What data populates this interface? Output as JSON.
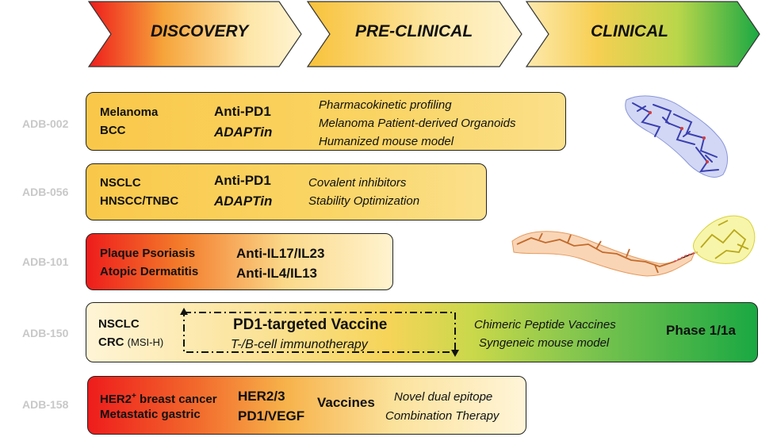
{
  "stages": [
    {
      "label": "DISCOVERY"
    },
    {
      "label": "PRE-CLINICAL"
    },
    {
      "label": "CLINICAL"
    }
  ],
  "programs": [
    {
      "code": "ADB-002",
      "diseases": [
        "Melanoma",
        "BCC"
      ],
      "targets": [
        "Anti-PD1",
        "ADAPTin"
      ],
      "activities": [
        "Pharmacokinetic profiling",
        "Melanoma Patient-derived Organoids",
        "Humanized mouse model"
      ]
    },
    {
      "code": "ADB-056",
      "diseases": [
        "NSCLC",
        "HNSCC/TNBC"
      ],
      "targets": [
        "Anti-PD1",
        "ADAPTin"
      ],
      "activities": [
        "Covalent inhibitors",
        "Stability Optimization"
      ]
    },
    {
      "code": "ADB-101",
      "diseases": [
        "Plaque Psoriasis",
        "Atopic Dermatitis"
      ],
      "targets": [
        "Anti-IL17/IL23",
        "Anti-IL4/IL13"
      ],
      "activities": []
    },
    {
      "code": "ADB-150",
      "diseases": [
        "NSCLC",
        "CRC"
      ],
      "disease_note": "(MSI-H)",
      "vaccine_title": "PD1-targeted Vaccine",
      "vaccine_subtitle": "T-/B-cell immunotherapy",
      "activities": [
        "Chimeric Peptide Vaccines",
        "Syngeneic mouse model"
      ],
      "phase": "Phase 1/1a"
    },
    {
      "code": "ADB-158",
      "diseases": [
        "HER2",
        "Metastatic gastric"
      ],
      "disease_sup": "+",
      "disease_suffix": " breast cancer",
      "targets": [
        "HER2/3",
        "PD1/VEGF"
      ],
      "modality": "Vaccines",
      "activities": [
        "Novel dual epitope",
        "Combination Therapy"
      ]
    }
  ],
  "colors": {
    "red": "#ee1c1c",
    "orange": "#f5a623",
    "yellow": "#fbd35a",
    "cream": "#fff3cf",
    "green": "#1aa843",
    "code_gray": "#c8c8c8"
  },
  "images": [
    "protein-structure-blue",
    "peptide-structure-orange-yellow"
  ]
}
